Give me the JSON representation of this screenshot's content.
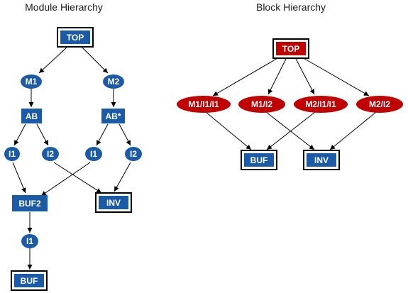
{
  "colors": {
    "module_fill": "#1a5aa6",
    "block_fill": "#c00000",
    "edge": "#000000",
    "box_outer_border": "#000000"
  },
  "titles": {
    "left": "Module Hierarchy",
    "right": "Block Hierarchy"
  },
  "module_hierarchy": {
    "nodes": {
      "top": "TOP",
      "m1": "M1",
      "m2": "M2",
      "ab": "AB",
      "ab_star": "AB*",
      "i1_a": "I1",
      "i2_a": "I2",
      "i1_b": "I1",
      "i2_b": "I2",
      "buf2": "BUF2",
      "inv": "INV",
      "i1_c": "I1",
      "buf": "BUF"
    }
  },
  "block_hierarchy": {
    "nodes": {
      "top": "TOP",
      "m1_i1_i1": "M1/I1/I1",
      "m1_i2": "M1/I2",
      "m2_i1_i1": "M2/I1/I1",
      "m2_i2": "M2/I2",
      "buf": "BUF",
      "inv": "INV"
    }
  }
}
